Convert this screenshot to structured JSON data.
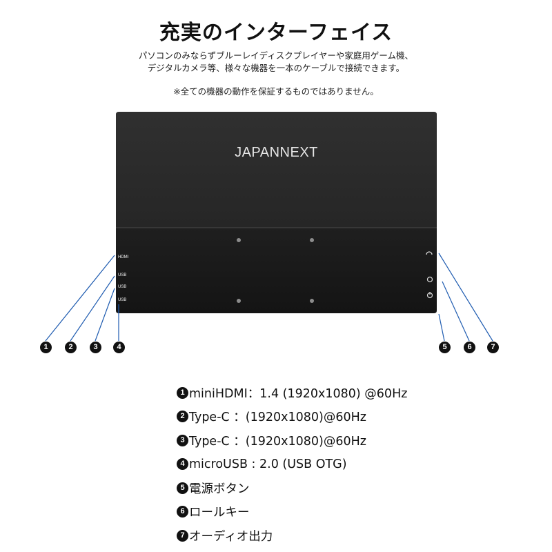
{
  "title": "充実のインターフェイス",
  "description": [
    "パソコンのみならずブルーレイディスクプレイヤーや家庭用ゲーム機、",
    "デジタルカメラ等、様々な機器を一本のケーブルで接続できます。"
  ],
  "note": "※全ての機器の動作を保証するものではありません。",
  "monitor": {
    "brand": "JAPANNEXT",
    "port_labels": [
      "HDMI",
      "USB",
      "USB",
      "USB"
    ]
  },
  "callouts": [
    "1",
    "2",
    "3",
    "4",
    "5",
    "6",
    "7"
  ],
  "specs": [
    {
      "num": "1",
      "text": "miniHDMI：1.4 (1920x1080) @60Hz"
    },
    {
      "num": "2",
      "text": "Type-C ：(1920x1080)@60Hz"
    },
    {
      "num": "3",
      "text": "Type-C ：(1920x1080)@60Hz"
    },
    {
      "num": "4",
      "text": "microUSB : 2.0 (USB OTG)"
    },
    {
      "num": "5",
      "text": "電源ボタン"
    },
    {
      "num": "6",
      "text": "ロールキー"
    },
    {
      "num": "7",
      "text": "オーディオ出力"
    }
  ],
  "colors": {
    "monitor_body": "#2a2a2a",
    "callout_line": "#1e5bb0",
    "text": "#111111"
  }
}
